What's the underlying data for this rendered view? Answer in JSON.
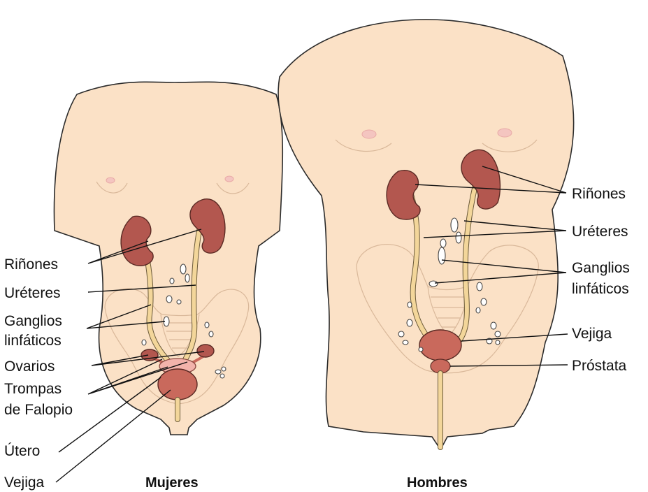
{
  "female": {
    "caption": "Mujeres",
    "labels": {
      "kidneys": "Riñones",
      "ureters": "Uréteres",
      "nodes_1": "Ganglios",
      "nodes_2": "linfáticos",
      "ovaries": "Ovarios",
      "tubes_1": "Trompas",
      "tubes_2": "de Falopio",
      "uterus": "Útero",
      "bladder": "Vejiga"
    }
  },
  "male": {
    "caption": "Hombres",
    "labels": {
      "kidneys": "Riñones",
      "ureters": "Uréteres",
      "nodes_1": "Ganglios",
      "nodes_2": "linfáticos",
      "bladder": "Vejiga",
      "prostate": "Próstata"
    }
  },
  "colors": {
    "skin": "#fbe1c6",
    "kidney": "#b3574f",
    "ureter": "#f3d69a",
    "bladder": "#c9695c",
    "uterus": "#f2b3ab"
  }
}
